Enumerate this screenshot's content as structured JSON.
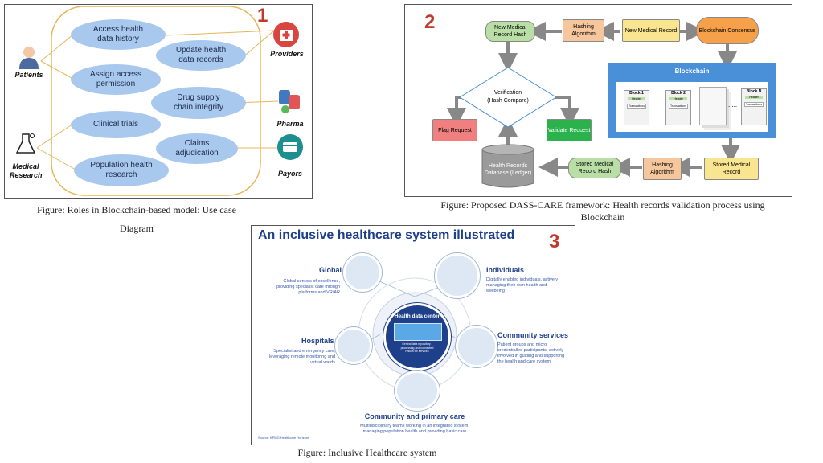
{
  "figure1": {
    "number": "1",
    "caption_line1": "Figure: Roles in Blockchain-based model: Use case",
    "caption_line2": "Diagram",
    "actors": {
      "patients": "Patients",
      "medical_research_1": "Medical",
      "medical_research_2": "Research",
      "providers": "Providers",
      "pharma": "Pharma",
      "payors": "Payors"
    },
    "use_cases": {
      "access_history": "Access health data history",
      "update_records": "Update health data records",
      "assign_access": "Assign access permission",
      "drug_supply": "Drug supply chain integrity",
      "clinical_trials": "Clinical trials",
      "claims": "Claims adjudication",
      "population": "Population health research"
    },
    "colors": {
      "usecase": "#a9c8ee",
      "boundary": "#e4b75a"
    }
  },
  "figure2": {
    "number": "2",
    "caption_line1": "Figure: Proposed DASS-CARE framework: Health records validation process using",
    "caption_line2": "Blockchain",
    "nodes": {
      "new_hash": "New Medical Record Hash",
      "hashing_top": "Hashing Algorithm",
      "new_record": "New Medical Record",
      "consensus": "Blockchain Consensus",
      "verification_1": "Verification",
      "verification_2": "(Hash Compare)",
      "flag": "Flag Request",
      "validate": "Validate Request",
      "database": "Health Records Database (Ledger)",
      "stored_hash": "Stored Medical Record Hash",
      "hashing_bottom": "Hashing Algorithm",
      "stored_record": "Stored Medical Record"
    },
    "blockchain": {
      "title": "Blockchain",
      "block1": "Block 1",
      "block2": "Block 2",
      "blockn": "Block N",
      "header": "Header",
      "transactions": "Transactions",
      "ellipsis": "....."
    },
    "colors": {
      "green": "#b9dfa6",
      "orange": "#f6c79c",
      "yellow": "#f9e58f",
      "red": "#f08080",
      "validate": "#2bb24c",
      "blue": "#4a90d9"
    }
  },
  "figure3": {
    "number": "3",
    "title": "An inclusive healthcare system illustrated",
    "center_title": "Health data center",
    "center_text": "Central data repository - processing and connected results for services",
    "global": {
      "heading": "Global",
      "text": "Global centers of excellence, providing specialist care through platforms and VR/AR"
    },
    "individuals": {
      "heading": "Individuals",
      "text": "Digitally enabled individuals, actively managing their own health and wellbeing"
    },
    "hospitals": {
      "heading": "Hospitals",
      "text": "Specialist and emergency care, leveraging remote monitoring and virtual wards"
    },
    "community_services": {
      "heading": "Community services",
      "text": "Patient groups and micro credentialled participants, actively involved in guiding and supporting the health and care system"
    },
    "primary_care": {
      "heading": "Community and primary care",
      "text": "Multidisciplinary teams working in an integrated system, managing population health and providing basic care"
    },
    "source": "Source: KPMG Healthcare Horizons",
    "caption": "Figure: Inclusive Healthcare system"
  }
}
